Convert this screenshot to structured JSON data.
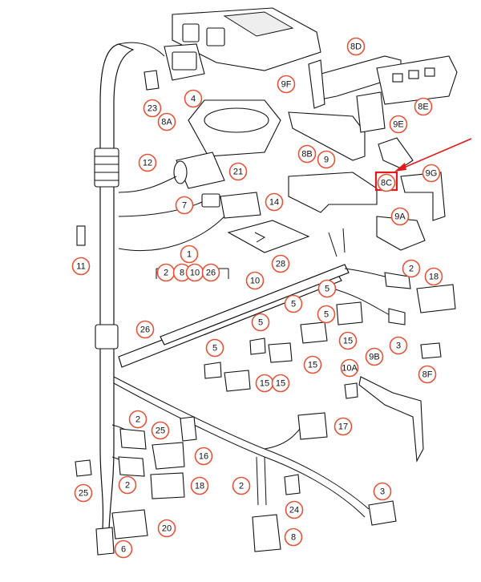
{
  "diagram": {
    "callouts": [
      "23",
      "4",
      "8D",
      "9F",
      "8E",
      "8A",
      "9E",
      "8B",
      "12",
      "9",
      "8C",
      "9G",
      "21",
      "7",
      "14",
      "9A",
      "11",
      "28",
      "1",
      "2",
      "8",
      "10",
      "26",
      "2",
      "18",
      "10",
      "5",
      "5",
      "3",
      "26",
      "5",
      "5",
      "15",
      "5",
      "15",
      "15",
      "15",
      "9B",
      "10A",
      "8F",
      "2",
      "25",
      "17",
      "16",
      "25",
      "2",
      "18",
      "2",
      "24",
      "3",
      "20",
      "8",
      "6"
    ],
    "highlight": {
      "label": "8C",
      "color": "#e01b1b"
    },
    "colors": {
      "callout_ring": "#e0553a",
      "highlight": "#e01b1b",
      "ink": "#111111"
    }
  }
}
